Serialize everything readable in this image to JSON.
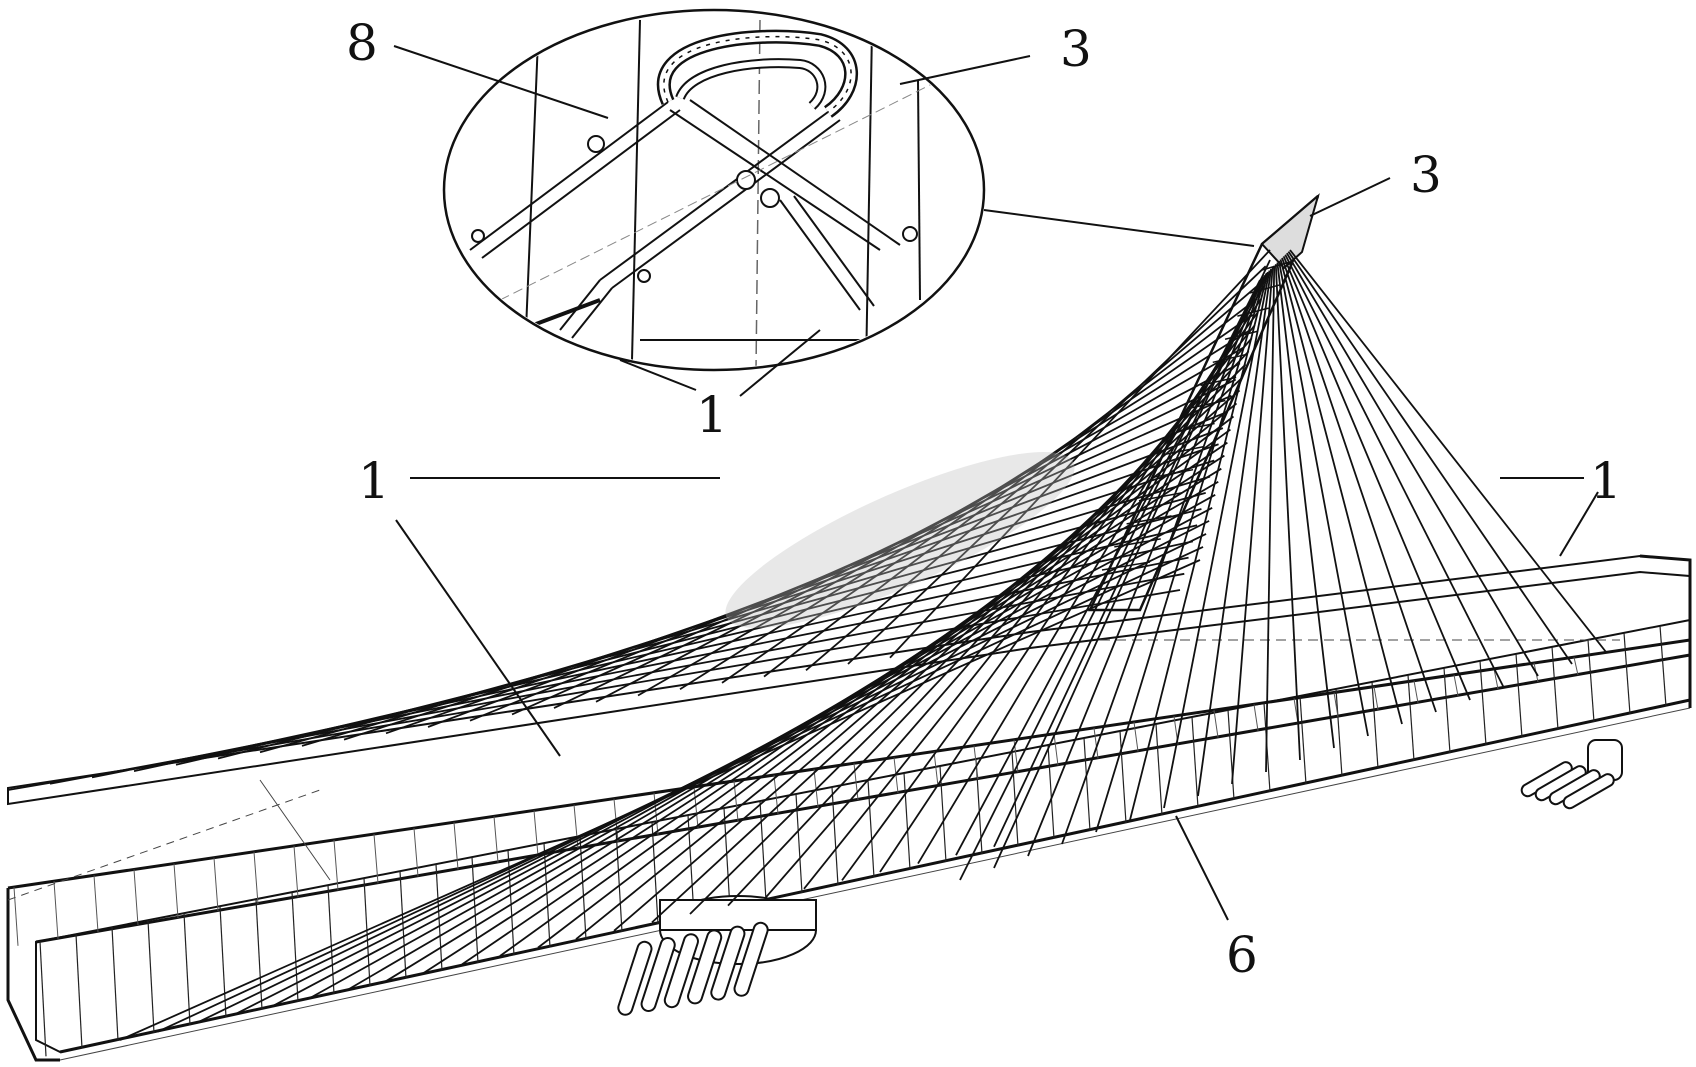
{
  "labels": {
    "inset_top_left": "8",
    "inset_top_right": "3",
    "pylon_top": "3",
    "inset_bottom": "1",
    "cables_left": "1",
    "cables_right": "1",
    "deck": "6"
  },
  "colors": {
    "line": "#111111",
    "background": "#ffffff",
    "shade": "#bdbdbd"
  }
}
